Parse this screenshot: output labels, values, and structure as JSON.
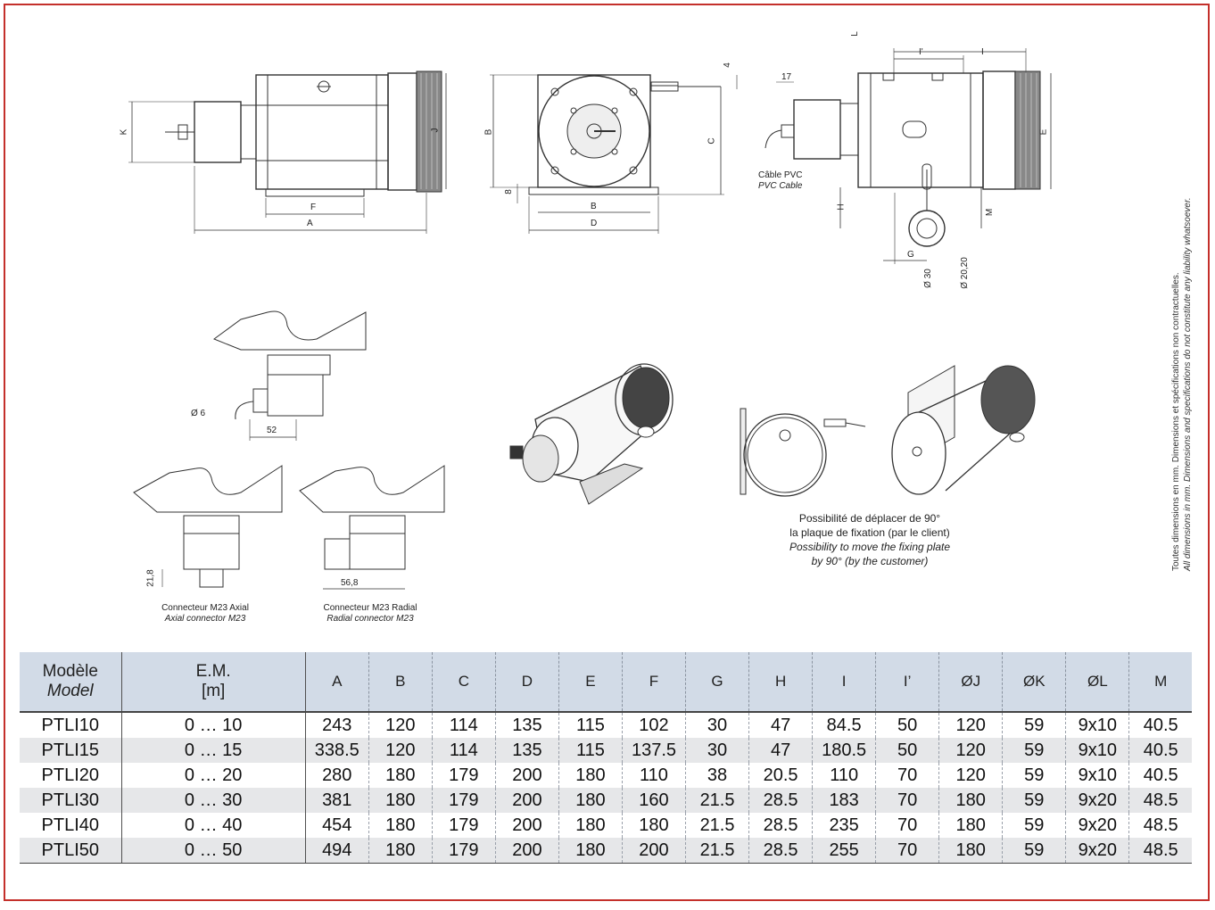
{
  "dims": {
    "K": "K",
    "J": "J",
    "F": "F",
    "A": "A",
    "B": "B",
    "C": "C",
    "D": "D",
    "four": "4",
    "eight": "8",
    "seventeen": "17",
    "L": "L",
    "Iprime": "I'",
    "I": "I",
    "E": "E",
    "H": "H",
    "M": "M",
    "G": "G",
    "d30": "Ø 30",
    "d2020": "Ø 20,20",
    "d6": "Ø 6",
    "fiftytwo": "52",
    "v218": "21,8",
    "v568": "56,8"
  },
  "captions": {
    "cable_fr": "Câble PVC",
    "cable_en": "PVC Cable",
    "axial_fr": "Connecteur M23 Axial",
    "axial_en": "Axial connector M23",
    "radial_fr": "Connecteur M23 Radial",
    "radial_en": "Radial connector M23",
    "plate_fr1": "Possibilité de déplacer de 90°",
    "plate_fr2": "la plaque de fixation (par le client)",
    "plate_en1": "Possibility to move the fixing plate",
    "plate_en2": "by 90° (by the customer)"
  },
  "note": {
    "fr": "Toutes dimensions en mm. Dimensions et spécifications non contractuelles.",
    "en": "All dimensions in mm. Dimensions and specifications do not constitute any liability whatsoever."
  },
  "table": {
    "model_fr": "Modèle",
    "model_en": "Model",
    "em_1": "E.M.",
    "em_2": "[m]",
    "cols": [
      "A",
      "B",
      "C",
      "D",
      "E",
      "F",
      "G",
      "H",
      "I",
      "I’",
      "ØJ",
      "ØK",
      "ØL",
      "M"
    ],
    "rows": [
      {
        "model": "PTLI10",
        "em": "0 … 10",
        "vals": [
          "243",
          "120",
          "114",
          "135",
          "115",
          "102",
          "30",
          "47",
          "84.5",
          "50",
          "120",
          "59",
          "9x10",
          "40.5"
        ]
      },
      {
        "model": "PTLI15",
        "em": "0 … 15",
        "vals": [
          "338.5",
          "120",
          "114",
          "135",
          "115",
          "137.5",
          "30",
          "47",
          "180.5",
          "50",
          "120",
          "59",
          "9x10",
          "40.5"
        ]
      },
      {
        "model": "PTLI20",
        "em": "0 … 20",
        "vals": [
          "280",
          "180",
          "179",
          "200",
          "180",
          "110",
          "38",
          "20.5",
          "110",
          "70",
          "120",
          "59",
          "9x10",
          "40.5"
        ]
      },
      {
        "model": "PTLI30",
        "em": "0 … 30",
        "vals": [
          "381",
          "180",
          "179",
          "200",
          "180",
          "160",
          "21.5",
          "28.5",
          "183",
          "70",
          "180",
          "59",
          "9x20",
          "48.5"
        ]
      },
      {
        "model": "PTLI40",
        "em": "0 … 40",
        "vals": [
          "454",
          "180",
          "179",
          "200",
          "180",
          "180",
          "21.5",
          "28.5",
          "235",
          "70",
          "180",
          "59",
          "9x20",
          "48.5"
        ]
      },
      {
        "model": "PTLI50",
        "em": "0 … 50",
        "vals": [
          "494",
          "180",
          "179",
          "200",
          "180",
          "200",
          "21.5",
          "28.5",
          "255",
          "70",
          "180",
          "59",
          "9x20",
          "48.5"
        ]
      }
    ]
  },
  "colors": {
    "frame": "#c4302b",
    "header_bg": "#d2dbe7",
    "alt_row": "#e6e7e9"
  }
}
